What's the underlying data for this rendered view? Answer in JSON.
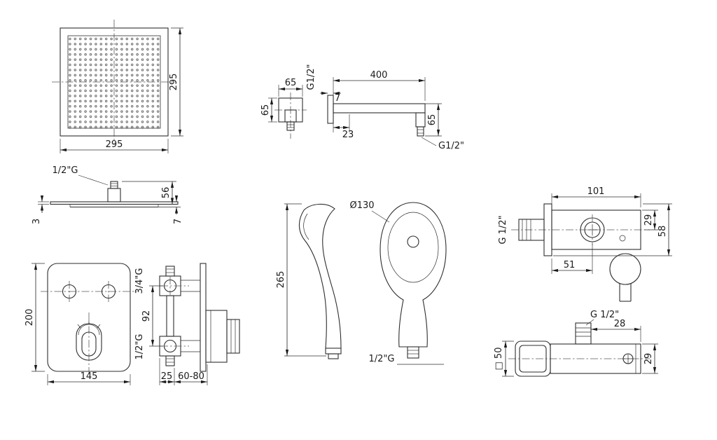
{
  "colors": {
    "background": "#ffffff",
    "line": "#2e2e2e",
    "text": "#1b1b1b"
  },
  "head_top": {
    "dim_side": "295",
    "dim_bottom": "295"
  },
  "head_side": {
    "thread": "1/2\"G",
    "dim_height": "56",
    "dim_edge": "3",
    "dim_center": "7"
  },
  "arm": {
    "flange_width": "65",
    "flange_height": "65",
    "wall_thread": "G1/2\"",
    "length": "400",
    "plate_thickness": "7",
    "inset": "23",
    "drop": "65",
    "end_thread": "G1/2\""
  },
  "mixer_front": {
    "height": "200",
    "width": "145"
  },
  "mixer_side": {
    "top_thread": "3/4\"G",
    "port_spacing": "92",
    "bottom_thread": "1/2\"G",
    "depth": "25",
    "embed_range": "60-80"
  },
  "hand_side": {
    "length": "265"
  },
  "hand_front": {
    "diameter": "Ø130",
    "thread": "1/2\"G"
  },
  "outlet": {
    "length": "101",
    "thread": "G 1/2\"",
    "dim_29": "29",
    "dim_58": "58",
    "dim_51": "51"
  },
  "holder": {
    "thread": "G 1/2\"",
    "dim_28": "28",
    "square": "□ 50",
    "dim_29": "29"
  }
}
